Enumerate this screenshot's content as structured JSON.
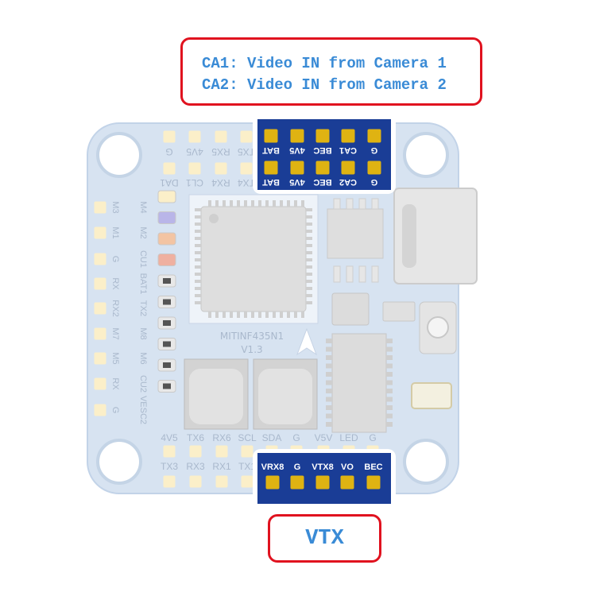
{
  "callouts": {
    "camera_line_1": "CA1: Video IN from Camera 1",
    "camera_line_2": "CA2: Video IN from Camera 2",
    "vtx": "VTX"
  },
  "board": {
    "model": "MITINF435N1",
    "version": "V1.3",
    "top_row_1_labels": [
      "G",
      "4V5",
      "RX5",
      "TX5"
    ],
    "top_row_2_labels": [
      "DA1",
      "CL1",
      "RX4",
      "TX4"
    ],
    "top_highlight_row_1": [
      "BAT",
      "4V5",
      "BEC",
      "CA1",
      "G"
    ],
    "top_highlight_row_2": [
      "BAT",
      "4V5",
      "BEC",
      "CA2",
      "G"
    ],
    "left_outer_labels": [
      "M3",
      "M1",
      "G",
      "RX",
      "RX2",
      "M7",
      "M5",
      "RX",
      "G"
    ],
    "left_inner_labels": [
      "M4",
      "M2",
      "CU1",
      "BAT1",
      "TX2",
      "M8",
      "M6",
      "CU2",
      "VESC2"
    ],
    "bottom_upper_labels": [
      "4V5",
      "TX6",
      "RX6",
      "SCL",
      "SDA",
      "G",
      "V5V",
      "LED",
      "G"
    ],
    "bottom_lower_labels": [
      "TX3",
      "RX3",
      "RX1",
      "TX1"
    ],
    "bottom_highlight_labels": [
      "VRX8",
      "G",
      "VTX8",
      "VO",
      "BEC"
    ]
  },
  "colors": {
    "board": "#d7e3f1",
    "pad": "#fbefc9",
    "highlight_panel": "#1a3d96",
    "highlight_pad": "#dfb312",
    "highlight_text": "#ffffff",
    "callout_border": "#e0121f",
    "callout_text": "#3a8bd6"
  }
}
